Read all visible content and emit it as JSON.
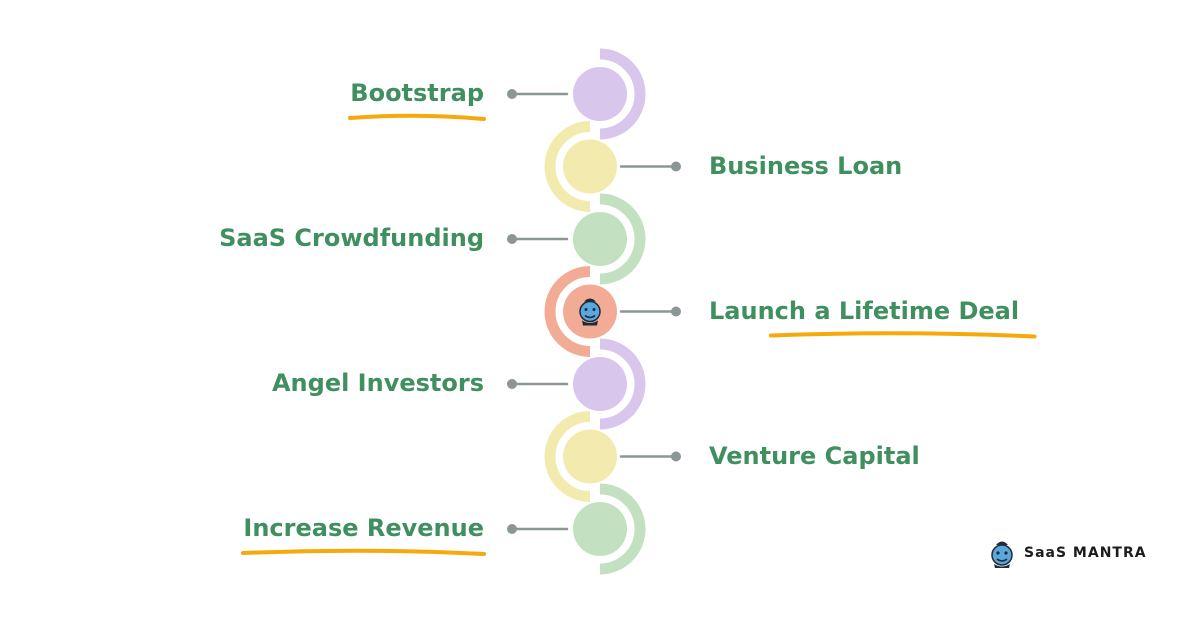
{
  "steps": [
    {
      "label": "Bootstrap",
      "side": "left",
      "color": "#d9c6ec",
      "underline": true
    },
    {
      "label": "Business Loan",
      "side": "right",
      "color": "#f3ebad",
      "underline": false
    },
    {
      "label": "SaaS Crowdfunding",
      "side": "left",
      "color": "#c3e0c0",
      "underline": false
    },
    {
      "label": "Launch a Lifetime Deal",
      "side": "right",
      "color": "#f2ab94",
      "underline": true,
      "icon": "genie-mascot-icon"
    },
    {
      "label": "Angel Investors",
      "side": "left",
      "color": "#d9c6ec",
      "underline": false
    },
    {
      "label": "Venture Capital",
      "side": "right",
      "color": "#f3ebad",
      "underline": false
    },
    {
      "label": "Increase Revenue",
      "side": "left",
      "color": "#c3e0c0",
      "underline": true
    }
  ],
  "brand": {
    "name": "SaaS MANTRA",
    "icon": "genie-mascot-icon"
  },
  "colors": {
    "text": "#3f8f5f",
    "connector": "#8c9696",
    "underline": "#f5a90a"
  }
}
